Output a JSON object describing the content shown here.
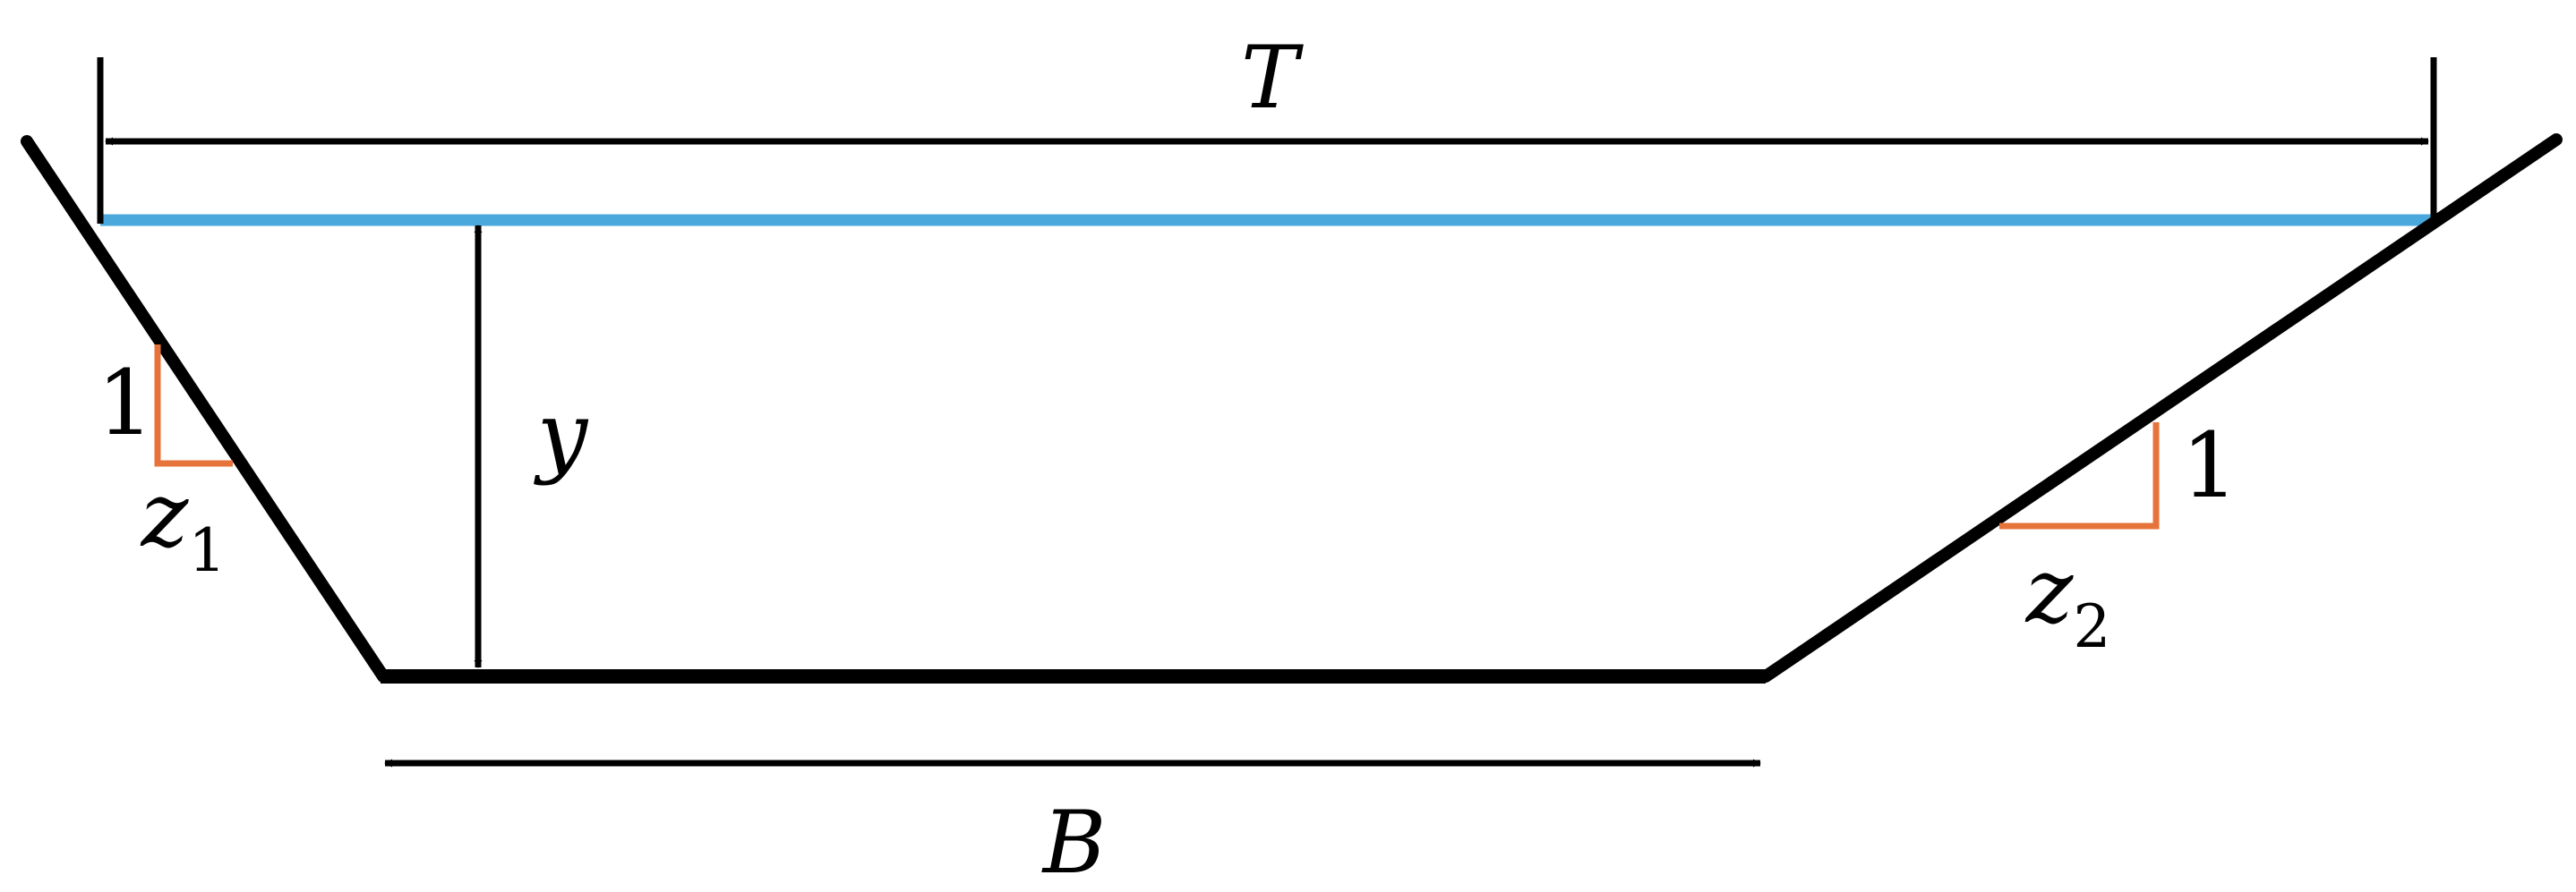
{
  "labels": {
    "top_width": "T",
    "depth": "y",
    "bottom_width": "B",
    "left_slope_rise": "1",
    "left_slope_run": "z",
    "left_slope_run_sub": "1",
    "right_slope_rise": "1",
    "right_slope_run": "z",
    "right_slope_run_sub": "2"
  },
  "colors": {
    "channel": "#000000",
    "water_surface": "#4aa8dc",
    "slope_triangle": "#e5733a",
    "dimension": "#000000"
  }
}
